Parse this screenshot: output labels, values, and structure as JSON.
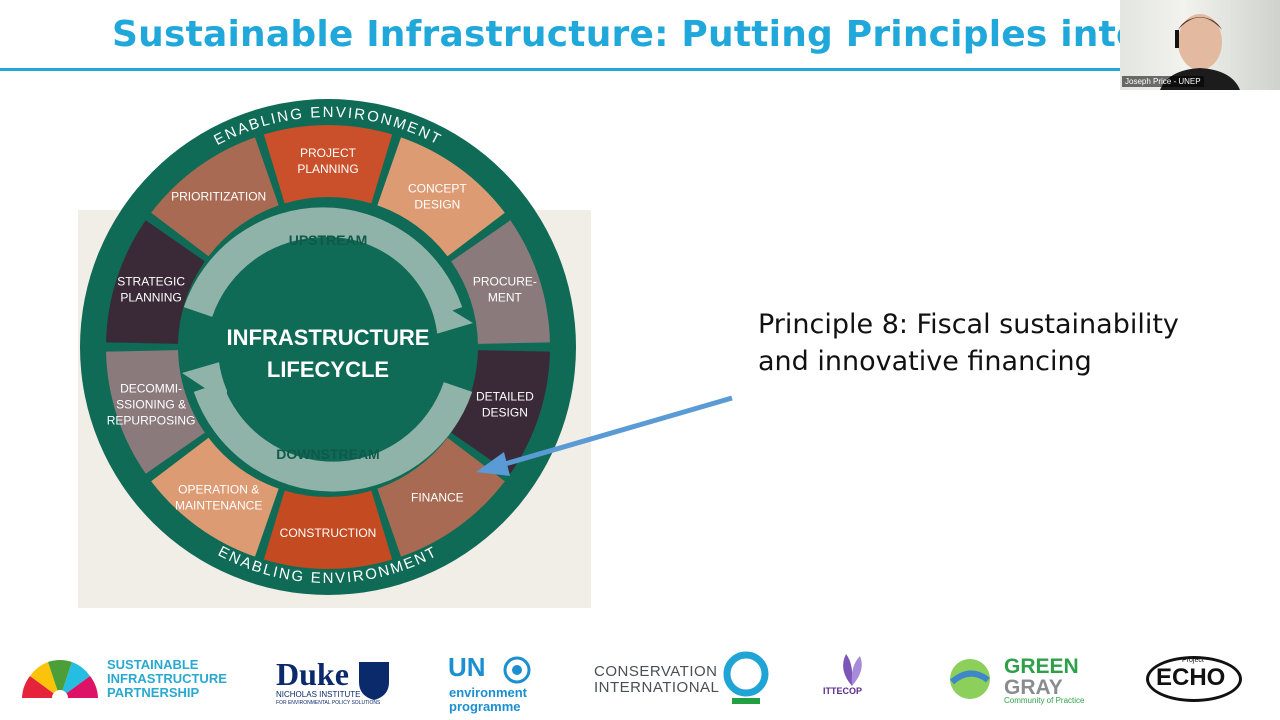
{
  "slide": {
    "title": "Sustainable Infrastructure: Putting Principles into Pract",
    "principle_line1": "Principle 8: Fiscal sustainability",
    "principle_line2": "and innovative financing"
  },
  "video": {
    "participant_name": "Joseph Price - UNEP"
  },
  "diagram": {
    "outer_top": "ENABLING ENVIRONMENT",
    "outer_bottom": "ENABLING ENVIRONMENT",
    "inner_top": "UPSTREAM",
    "inner_bottom": "DOWNSTREAM",
    "center_line1": "INFRASTRUCTURE",
    "center_line2": "LIFECYCLE",
    "segments": [
      {
        "line1": "PROJECT",
        "line2": "PLANNING",
        "color": "#c9502a"
      },
      {
        "line1": "CONCEPT",
        "line2": "DESIGN",
        "color": "#dd9b74"
      },
      {
        "line1": "PROCURE-",
        "line2": "MENT",
        "color": "#8b7a7c"
      },
      {
        "line1": "DETAILED",
        "line2": "DESIGN",
        "color": "#3a2a38"
      },
      {
        "line1": "FINANCE",
        "line2": "",
        "color": "#a86a52"
      },
      {
        "line1": "CONSTRUCTION",
        "line2": "",
        "color": "#c44a22"
      },
      {
        "line1": "OPERATION &",
        "line2": "MAINTENANCE",
        "color": "#dd9b74"
      },
      {
        "line1": "DECOMMI-",
        "line2": "SSIONING &",
        "line3": "REPURPOSING",
        "color": "#8b7a7c"
      },
      {
        "line1": "STRATEGIC",
        "line2": "PLANNING",
        "color": "#3a2a38"
      },
      {
        "line1": "PRIORITIZATION",
        "line2": "",
        "color": "#a86a52"
      }
    ]
  },
  "logos": {
    "sip_line1": "SUSTAINABLE",
    "sip_line2": "INFRASTRUCTURE",
    "sip_line3": "PARTNERSHIP",
    "duke": "Duke",
    "duke_sub1": "NICHOLAS INSTITUTE",
    "duke_sub2": "FOR ENVIRONMENTAL POLICY SOLUTIONS",
    "un": "UN",
    "un_sub1": "environment",
    "un_sub2": "programme",
    "ci_line1": "CONSERVATION",
    "ci_line2": "INTERNATIONAL",
    "ittecop": "ITTECOP",
    "gg_line1": "GREEN",
    "gg_line2": "GRAY",
    "gg_sub": "Community of Practice",
    "echo_project": "Project",
    "echo": "ECHO"
  },
  "colors": {
    "title": "#1fa8d9",
    "ring": "#0f6a56",
    "arrow_blue": "#5b9bd5"
  }
}
